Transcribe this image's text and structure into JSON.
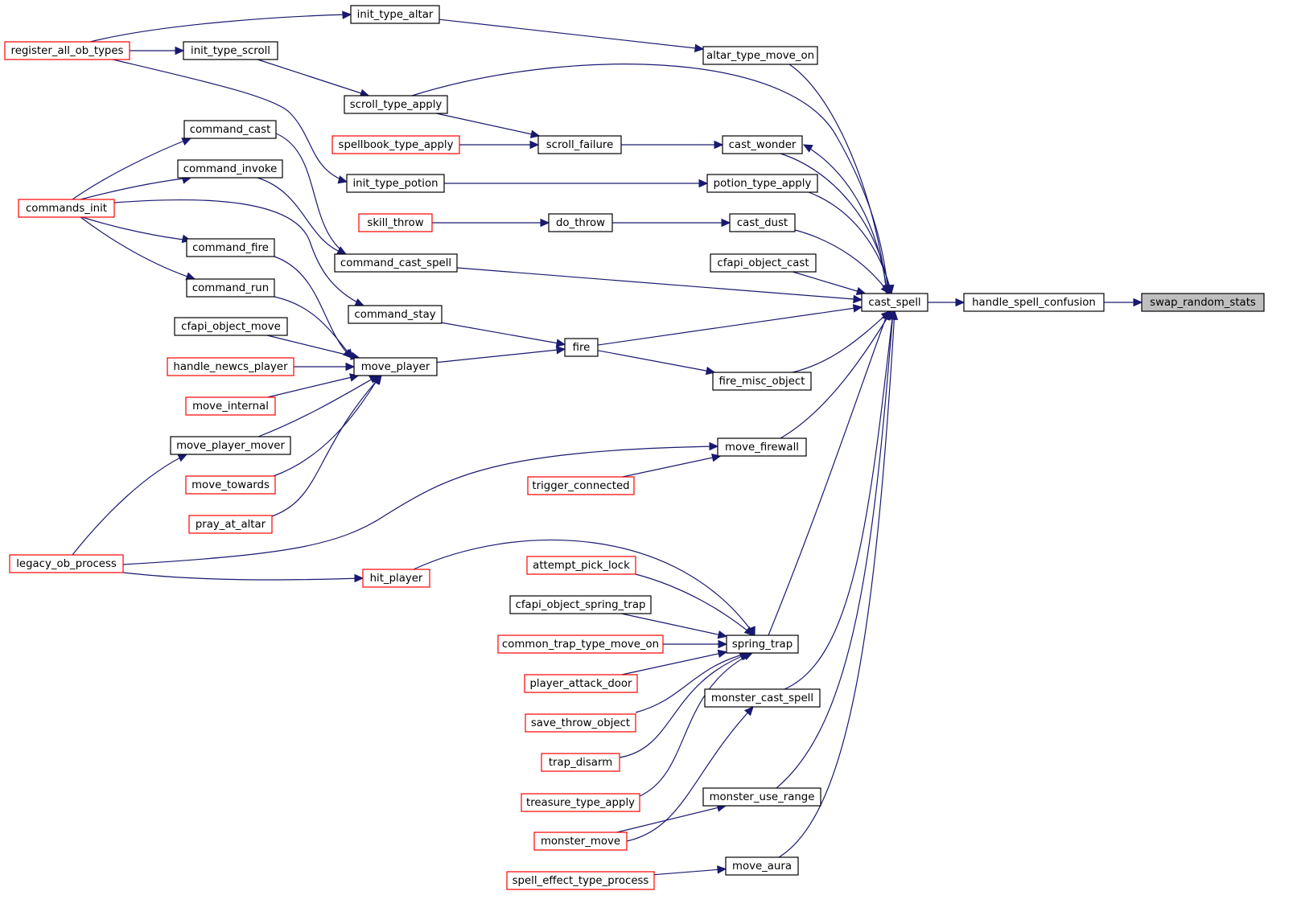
{
  "graph": {
    "root": "swap_random_stats",
    "nodes": [
      {
        "id": "swap_random_stats",
        "label": "swap_random_stats",
        "style": "root"
      },
      {
        "id": "handle_spell_confusion",
        "label": "handle_spell_confusion",
        "style": "black"
      },
      {
        "id": "cast_spell",
        "label": "cast_spell",
        "style": "black"
      },
      {
        "id": "altar_type_move_on",
        "label": "altar_type_move_on",
        "style": "black"
      },
      {
        "id": "init_type_altar",
        "label": "init_type_altar",
        "style": "black"
      },
      {
        "id": "register_all_ob_types",
        "label": "register_all_ob_types",
        "style": "red"
      },
      {
        "id": "init_type_scroll",
        "label": "init_type_scroll",
        "style": "black"
      },
      {
        "id": "scroll_type_apply",
        "label": "scroll_type_apply",
        "style": "black"
      },
      {
        "id": "scroll_failure",
        "label": "scroll_failure",
        "style": "black"
      },
      {
        "id": "spellbook_type_apply",
        "label": "spellbook_type_apply",
        "style": "red"
      },
      {
        "id": "cast_wonder",
        "label": "cast_wonder",
        "style": "black"
      },
      {
        "id": "command_cast",
        "label": "command_cast",
        "style": "black"
      },
      {
        "id": "command_invoke",
        "label": "command_invoke",
        "style": "black"
      },
      {
        "id": "commands_init",
        "label": "commands_init",
        "style": "red"
      },
      {
        "id": "init_type_potion",
        "label": "init_type_potion",
        "style": "black"
      },
      {
        "id": "potion_type_apply",
        "label": "potion_type_apply",
        "style": "black"
      },
      {
        "id": "skill_throw",
        "label": "skill_throw",
        "style": "red"
      },
      {
        "id": "do_throw",
        "label": "do_throw",
        "style": "black"
      },
      {
        "id": "cast_dust",
        "label": "cast_dust",
        "style": "black"
      },
      {
        "id": "command_fire",
        "label": "command_fire",
        "style": "black"
      },
      {
        "id": "command_cast_spell",
        "label": "command_cast_spell",
        "style": "black"
      },
      {
        "id": "cfapi_object_cast",
        "label": "cfapi_object_cast",
        "style": "black"
      },
      {
        "id": "command_run",
        "label": "command_run",
        "style": "black"
      },
      {
        "id": "command_stay",
        "label": "command_stay",
        "style": "black"
      },
      {
        "id": "cfapi_object_move",
        "label": "cfapi_object_move",
        "style": "black"
      },
      {
        "id": "fire",
        "label": "fire",
        "style": "black"
      },
      {
        "id": "handle_newcs_player",
        "label": "handle_newcs_player",
        "style": "red"
      },
      {
        "id": "move_player",
        "label": "move_player",
        "style": "black"
      },
      {
        "id": "fire_misc_object",
        "label": "fire_misc_object",
        "style": "black"
      },
      {
        "id": "move_internal",
        "label": "move_internal",
        "style": "red"
      },
      {
        "id": "move_player_mover",
        "label": "move_player_mover",
        "style": "black"
      },
      {
        "id": "move_firewall",
        "label": "move_firewall",
        "style": "black"
      },
      {
        "id": "move_towards",
        "label": "move_towards",
        "style": "red"
      },
      {
        "id": "trigger_connected",
        "label": "trigger_connected",
        "style": "red"
      },
      {
        "id": "pray_at_altar",
        "label": "pray_at_altar",
        "style": "red"
      },
      {
        "id": "legacy_ob_process",
        "label": "legacy_ob_process",
        "style": "red"
      },
      {
        "id": "attempt_pick_lock",
        "label": "attempt_pick_lock",
        "style": "red"
      },
      {
        "id": "hit_player",
        "label": "hit_player",
        "style": "red"
      },
      {
        "id": "cfapi_object_spring_trap",
        "label": "cfapi_object_spring_trap",
        "style": "black"
      },
      {
        "id": "common_trap_type_move_on",
        "label": "common_trap_type_move_on",
        "style": "red"
      },
      {
        "id": "spring_trap",
        "label": "spring_trap",
        "style": "black"
      },
      {
        "id": "player_attack_door",
        "label": "player_attack_door",
        "style": "red"
      },
      {
        "id": "monster_cast_spell",
        "label": "monster_cast_spell",
        "style": "black"
      },
      {
        "id": "save_throw_object",
        "label": "save_throw_object",
        "style": "red"
      },
      {
        "id": "trap_disarm",
        "label": "trap_disarm",
        "style": "red"
      },
      {
        "id": "treasure_type_apply",
        "label": "treasure_type_apply",
        "style": "red"
      },
      {
        "id": "monster_use_range",
        "label": "monster_use_range",
        "style": "black"
      },
      {
        "id": "monster_move",
        "label": "monster_move",
        "style": "red"
      },
      {
        "id": "move_aura",
        "label": "move_aura",
        "style": "black"
      },
      {
        "id": "spell_effect_type_process",
        "label": "spell_effect_type_process",
        "style": "red"
      }
    ],
    "edges": [
      {
        "from": "handle_spell_confusion",
        "to": "swap_random_stats"
      },
      {
        "from": "cast_spell",
        "to": "handle_spell_confusion"
      },
      {
        "from": "altar_type_move_on",
        "to": "cast_spell"
      },
      {
        "from": "scroll_type_apply",
        "to": "cast_spell"
      },
      {
        "from": "cast_wonder",
        "to": "cast_spell"
      },
      {
        "from": "cast_spell",
        "to": "cast_wonder"
      },
      {
        "from": "potion_type_apply",
        "to": "cast_spell"
      },
      {
        "from": "cast_dust",
        "to": "cast_spell"
      },
      {
        "from": "cfapi_object_cast",
        "to": "cast_spell"
      },
      {
        "from": "command_cast_spell",
        "to": "cast_spell"
      },
      {
        "from": "fire",
        "to": "cast_spell"
      },
      {
        "from": "fire_misc_object",
        "to": "cast_spell"
      },
      {
        "from": "move_firewall",
        "to": "cast_spell"
      },
      {
        "from": "spring_trap",
        "to": "cast_spell"
      },
      {
        "from": "monster_cast_spell",
        "to": "cast_spell"
      },
      {
        "from": "monster_use_range",
        "to": "cast_spell"
      },
      {
        "from": "move_aura",
        "to": "cast_spell"
      },
      {
        "from": "init_type_altar",
        "to": "altar_type_move_on"
      },
      {
        "from": "register_all_ob_types",
        "to": "init_type_altar"
      },
      {
        "from": "register_all_ob_types",
        "to": "init_type_scroll"
      },
      {
        "from": "register_all_ob_types",
        "to": "init_type_potion"
      },
      {
        "from": "init_type_scroll",
        "to": "scroll_type_apply"
      },
      {
        "from": "scroll_type_apply",
        "to": "scroll_failure"
      },
      {
        "from": "spellbook_type_apply",
        "to": "scroll_failure"
      },
      {
        "from": "scroll_failure",
        "to": "cast_wonder"
      },
      {
        "from": "init_type_potion",
        "to": "potion_type_apply"
      },
      {
        "from": "skill_throw",
        "to": "do_throw"
      },
      {
        "from": "do_throw",
        "to": "cast_dust"
      },
      {
        "from": "commands_init",
        "to": "command_cast"
      },
      {
        "from": "commands_init",
        "to": "command_invoke"
      },
      {
        "from": "commands_init",
        "to": "command_fire"
      },
      {
        "from": "commands_init",
        "to": "command_run"
      },
      {
        "from": "commands_init",
        "to": "command_stay"
      },
      {
        "from": "command_cast",
        "to": "command_cast_spell"
      },
      {
        "from": "command_invoke",
        "to": "command_cast_spell"
      },
      {
        "from": "command_stay",
        "to": "fire"
      },
      {
        "from": "move_player",
        "to": "fire"
      },
      {
        "from": "fire",
        "to": "fire_misc_object"
      },
      {
        "from": "command_fire",
        "to": "move_player"
      },
      {
        "from": "command_run",
        "to": "move_player"
      },
      {
        "from": "cfapi_object_move",
        "to": "move_player"
      },
      {
        "from": "handle_newcs_player",
        "to": "move_player"
      },
      {
        "from": "move_internal",
        "to": "move_player"
      },
      {
        "from": "move_player_mover",
        "to": "move_player"
      },
      {
        "from": "move_towards",
        "to": "move_player"
      },
      {
        "from": "pray_at_altar",
        "to": "move_player"
      },
      {
        "from": "legacy_ob_process",
        "to": "move_player_mover"
      },
      {
        "from": "legacy_ob_process",
        "to": "move_firewall"
      },
      {
        "from": "legacy_ob_process",
        "to": "hit_player"
      },
      {
        "from": "trigger_connected",
        "to": "move_firewall"
      },
      {
        "from": "hit_player",
        "to": "spring_trap"
      },
      {
        "from": "attempt_pick_lock",
        "to": "spring_trap"
      },
      {
        "from": "cfapi_object_spring_trap",
        "to": "spring_trap"
      },
      {
        "from": "common_trap_type_move_on",
        "to": "spring_trap"
      },
      {
        "from": "player_attack_door",
        "to": "spring_trap"
      },
      {
        "from": "save_throw_object",
        "to": "spring_trap"
      },
      {
        "from": "trap_disarm",
        "to": "spring_trap"
      },
      {
        "from": "treasure_type_apply",
        "to": "spring_trap"
      },
      {
        "from": "monster_move",
        "to": "monster_cast_spell"
      },
      {
        "from": "monster_move",
        "to": "monster_use_range"
      },
      {
        "from": "spell_effect_type_process",
        "to": "move_aura"
      }
    ]
  }
}
